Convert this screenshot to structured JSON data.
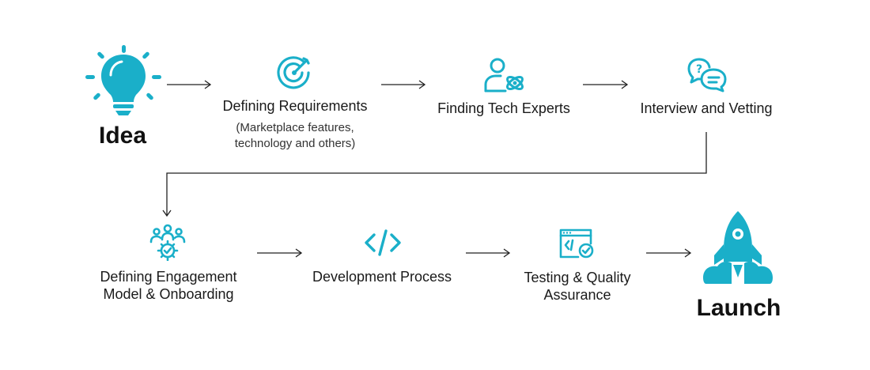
{
  "colors": {
    "accent": "#1AAFC9",
    "connector": "#222222",
    "text": "#1A1A1A"
  },
  "start": {
    "label": "Idea",
    "icon": "lightbulb-icon"
  },
  "end": {
    "label": "Launch",
    "icon": "rocket-icon"
  },
  "steps": [
    {
      "label": "Defining Requirements",
      "sub_lines": [
        "(Marketplace features,",
        "technology and others)"
      ],
      "icon": "target-icon"
    },
    {
      "label": "Finding Tech Experts",
      "icon": "user-atom-icon"
    },
    {
      "label": "Interview and Vetting",
      "icon": "chat-question-icon"
    },
    {
      "label_lines": [
        "Defining Engagement",
        "Model & Onboarding"
      ],
      "icon": "team-gear-icon"
    },
    {
      "label": "Development Process",
      "icon": "code-icon"
    },
    {
      "label_lines": [
        "Testing & Quality",
        "Assurance"
      ],
      "icon": "code-check-icon"
    }
  ]
}
